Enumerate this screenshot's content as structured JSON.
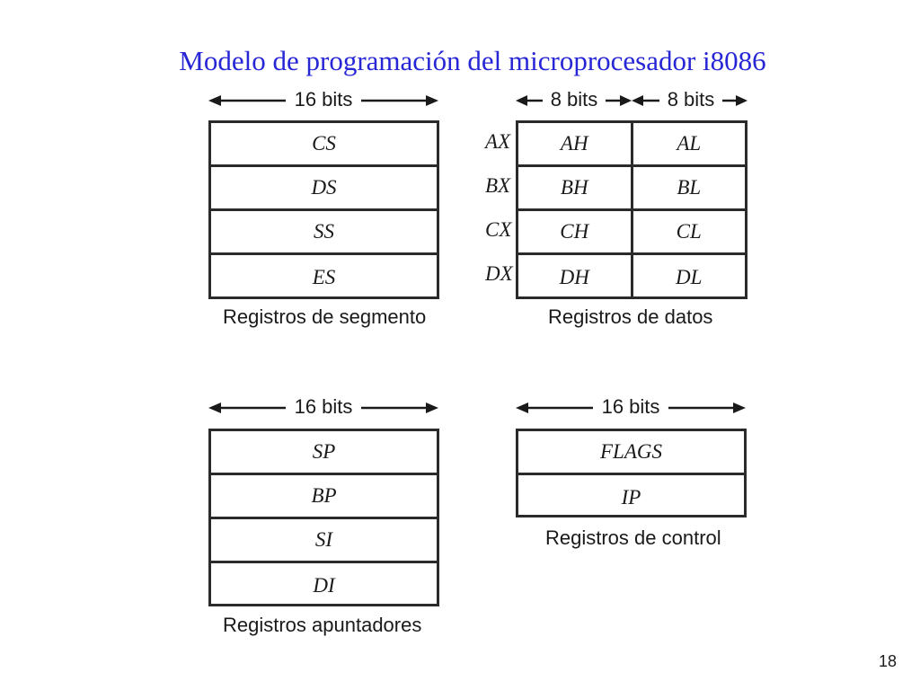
{
  "title": "Modelo de programación del microprocesador i8086",
  "page_number": "18",
  "segment": {
    "width_label": "16 bits",
    "registers": [
      "CS",
      "DS",
      "SS",
      "ES"
    ],
    "caption": "Registros de segmento"
  },
  "data": {
    "width_label_high": "8 bits",
    "width_label_low": "8 bits",
    "rows": [
      {
        "name": "AX",
        "high": "AH",
        "low": "AL"
      },
      {
        "name": "BX",
        "high": "BH",
        "low": "BL"
      },
      {
        "name": "CX",
        "high": "CH",
        "low": "CL"
      },
      {
        "name": "DX",
        "high": "DH",
        "low": "DL"
      }
    ],
    "caption": "Registros de datos"
  },
  "pointer": {
    "width_label": "16 bits",
    "registers": [
      "SP",
      "BP",
      "SI",
      "DI"
    ],
    "caption": "Registros apuntadores"
  },
  "control": {
    "width_label": "16 bits",
    "registers": [
      "FLAGS",
      "IP"
    ],
    "caption": "Registros de control"
  }
}
